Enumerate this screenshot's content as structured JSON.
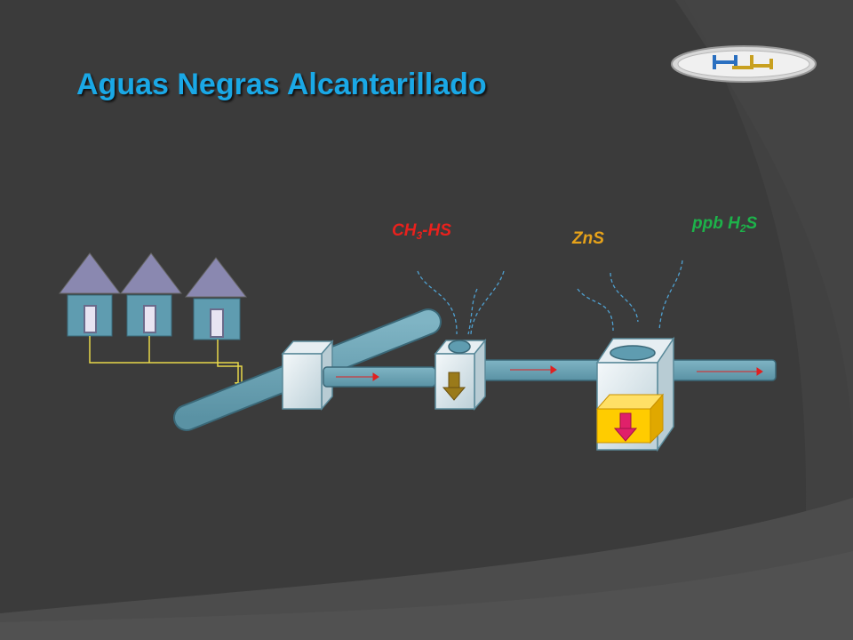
{
  "title": "Aguas Negras Alcantarillado",
  "labels": {
    "ch3hs": {
      "main": "CH",
      "sub1": "3",
      "rest": "-HS"
    },
    "zns": "ZnS",
    "ppb_h2s": {
      "main": "ppb H",
      "sub": "2",
      "rest": "S"
    }
  },
  "colors": {
    "title": "#1aa8e6",
    "ch3hs": "#e8211d",
    "zns": "#e6a21a",
    "ppb_h2s": "#1db24a",
    "pipe": "#6ba3b3",
    "house_roof": "#8a88b0",
    "house_body": "#5f9cb0",
    "flow_arrow": "#e02020",
    "drain_line": "#e8d84a",
    "precip_box": "#ffcc00",
    "precip_arrow": "#e0206a",
    "settle_arrow": "#9a7a1a",
    "gas_dash": "#4fa0d0"
  }
}
